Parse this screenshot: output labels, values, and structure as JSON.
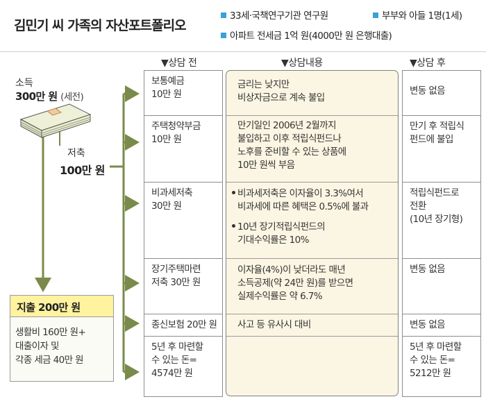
{
  "header": {
    "title": "김민기 씨 가족의 자산포트폴리오",
    "info": [
      "33세·국책연구기관 연구원",
      "부부와 아들 1명(1세)",
      "아파트 전세금 1억 원(4000만 원 은행대출)"
    ]
  },
  "columns": {
    "before": "▼상담 전",
    "content": "▼상담내용",
    "after": "▼상담 후"
  },
  "income": {
    "label": "소득",
    "value": "300만 원",
    "note": "(세전)"
  },
  "saving": {
    "label": "저축",
    "value": "100만 원"
  },
  "expense": {
    "title": "지출 200만 원",
    "lines": [
      "생활비 160만 원+",
      "대출이자 및",
      "각종 세금 40만 원"
    ]
  },
  "rows": [
    {
      "before": [
        "보통예금",
        "10만 원"
      ],
      "content": [
        "금리는 낮지만",
        "비상자금으로 계속 불입"
      ],
      "after": [
        "변동 없음"
      ]
    },
    {
      "before": [
        "주택청약부금",
        "10만 원"
      ],
      "content": [
        "만기일인 2006년 2월까지",
        "불입하고 이후 적립식펀드나",
        "노후를 준비할 수 있는 상품에",
        "10만 원씩 부음"
      ],
      "after": [
        "만기 후 적립식",
        "펀드에 불입"
      ]
    },
    {
      "before": [
        "비과세저축",
        "30만 원"
      ],
      "content_bullets": [
        [
          "비과세저축은 이자율이 3.3%여서",
          "비과세에 따른 혜택은 0.5%에 불과"
        ],
        [
          "10년 장기적립식펀드의",
          "기대수익률은 10%"
        ]
      ],
      "after": [
        "적립식펀드로",
        "전환",
        "(10년 장기형)"
      ]
    },
    {
      "before": [
        "장기주택마련",
        "저축 30만 원"
      ],
      "content": [
        "이자율(4%)이 낮더라도 매년",
        "소득공제(약 24만 원)를 받으면",
        "실제수익률은 약 6.7%"
      ],
      "after": [
        "변동 없음"
      ]
    },
    {
      "before": [
        "종신보험 20만 원"
      ],
      "content": [
        "사고 등 유사시 대비"
      ],
      "after": [
        "변동 없음"
      ]
    },
    {
      "before": [
        "5년 후 마련할",
        "수 있는 돈=",
        "4574만 원"
      ],
      "content": [],
      "after": [
        "5년 후 마련할",
        "수 있는 돈=",
        "5212만 원"
      ]
    }
  ],
  "colors": {
    "arrow": "#7a8a4a",
    "accent": "#3aa0d8",
    "highlight": "#fff3a0",
    "content_bg": "#fbf6e3"
  }
}
